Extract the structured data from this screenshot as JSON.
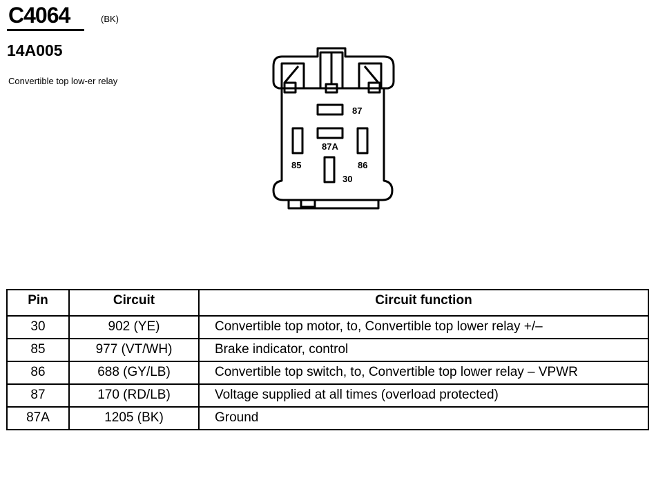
{
  "connector": {
    "id": "C4064",
    "color": "(BK)",
    "part_number": "14A005",
    "description": "Convertible top low-er relay"
  },
  "diagram": {
    "pin_labels": {
      "p87": "87",
      "p87a": "87A",
      "p85": "85",
      "p86": "86",
      "p30": "30"
    }
  },
  "table": {
    "headers": {
      "pin": "Pin",
      "circuit": "Circuit",
      "function": "Circuit function"
    },
    "rows": [
      {
        "pin": "30",
        "circuit": "902 (YE)",
        "function": "Convertible top motor, to, Convertible top lower relay +/–"
      },
      {
        "pin": "85",
        "circuit": "977 (VT/WH)",
        "function": "Brake indicator, control"
      },
      {
        "pin": "86",
        "circuit": "688 (GY/LB)",
        "function": "Convertible top switch, to, Convertible top lower relay – VPWR"
      },
      {
        "pin": "87",
        "circuit": "170 (RD/LB)",
        "function": "Voltage supplied at all times (overload protected)"
      },
      {
        "pin": "87A",
        "circuit": "1205 (BK)",
        "function": "Ground"
      }
    ]
  }
}
